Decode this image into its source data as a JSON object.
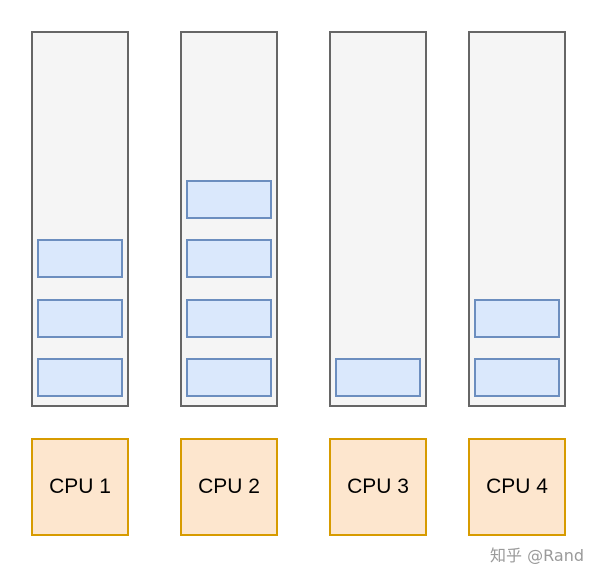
{
  "cpus": [
    {
      "label": "CPU 1",
      "queued_tasks": 3
    },
    {
      "label": "CPU 2",
      "queued_tasks": 4
    },
    {
      "label": "CPU 3",
      "queued_tasks": 1
    },
    {
      "label": "CPU 4",
      "queued_tasks": 2
    }
  ],
  "colors": {
    "queue_fill": "#f5f5f5",
    "queue_border": "#666666",
    "task_fill": "#dae8fc",
    "task_border": "#6c8ebf",
    "cpu_fill": "#fde6ce",
    "cpu_border": "#d79b00"
  },
  "watermark": "知乎 @Rand"
}
